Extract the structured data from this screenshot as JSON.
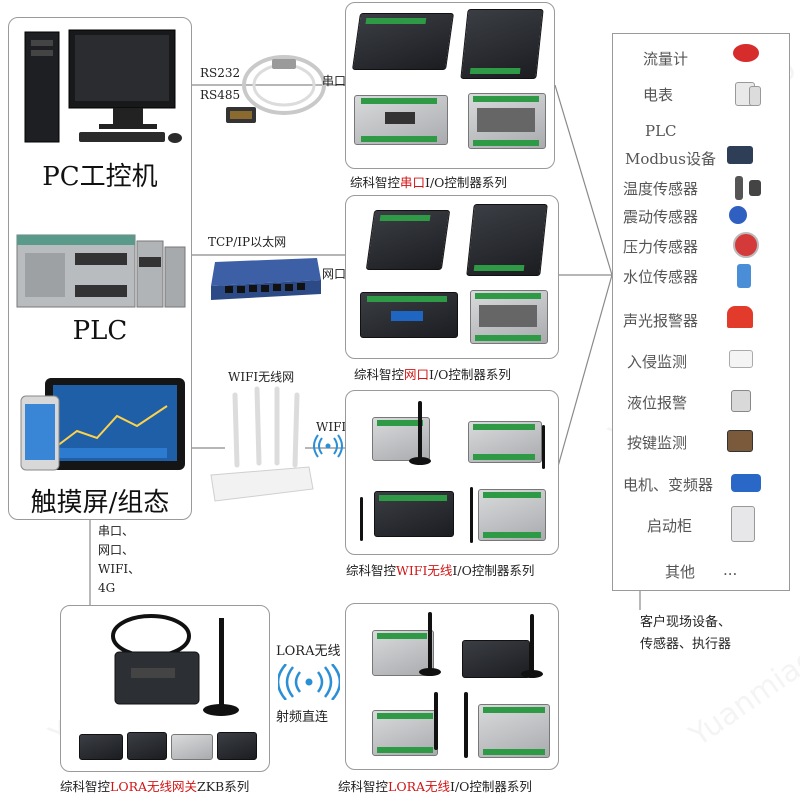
{
  "left": {
    "pc_label": "PC工控机",
    "plc_label": "PLC",
    "touch_label": "触摸屏/组态"
  },
  "links": {
    "rs232": "RS232",
    "rs485": "RS485",
    "serial_port": "串口",
    "tcpip": "TCP/IP以太网",
    "net_port": "网口",
    "wifi_net": "WIFI无线网",
    "wifi": "WIFI",
    "bottom_list": [
      "串口、",
      "网口、",
      "WIFI、",
      "4G"
    ],
    "lora_wireless": "LORA无线",
    "rf_direct": "射频直连"
  },
  "series": {
    "serial": {
      "pre": "综科智控",
      "hl": "串口",
      "post": "I/O控制器系列"
    },
    "net": {
      "pre": "综科智控",
      "hl": "网口",
      "post": "I/O控制器系列"
    },
    "wifi": {
      "pre": "综科智控",
      "hl": "WIFI无线",
      "post": "I/O控制器系列"
    },
    "lora_gw": {
      "pre": "综科智控",
      "hl": "LORA无线网关",
      "post": "ZKB系列"
    },
    "lora_io": {
      "pre": "综科智控",
      "hl": "LORA无线",
      "post": "I/O控制器系列"
    }
  },
  "devices": [
    {
      "name": "流量计",
      "icon": "flowmeter-icon"
    },
    {
      "name": "电表",
      "icon": "electric-meter-icon"
    },
    {
      "name": "PLC",
      "icon": "plc-icon"
    },
    {
      "name": "Modbus设备",
      "icon": "modbus-device-icon"
    },
    {
      "name": "温度传感器",
      "icon": "temperature-sensor-icon"
    },
    {
      "name": "震动传感器",
      "icon": "vibration-sensor-icon"
    },
    {
      "name": "压力传感器",
      "icon": "pressure-sensor-icon"
    },
    {
      "name": "水位传感器",
      "icon": "water-level-sensor-icon"
    },
    {
      "name": "声光报警器",
      "icon": "alarm-light-icon"
    },
    {
      "name": "入侵监测",
      "icon": "intrusion-sensor-icon"
    },
    {
      "name": "液位报警",
      "icon": "liquid-level-alarm-icon"
    },
    {
      "name": "按键监测",
      "icon": "button-panel-icon"
    },
    {
      "name": "电机、变频器",
      "icon": "motor-icon"
    },
    {
      "name": "启动柜",
      "icon": "starter-cabinet-icon"
    },
    {
      "name": "其他",
      "icon": ""
    }
  ],
  "devices_more": "...",
  "field_caption": [
    "客户现场设备、",
    "传感器、执行器"
  ],
  "watermark": "Yuanmiao",
  "colors": {
    "highlight": "#d21414",
    "border": "#9a9a9a",
    "terminal": "#2e9a45"
  }
}
